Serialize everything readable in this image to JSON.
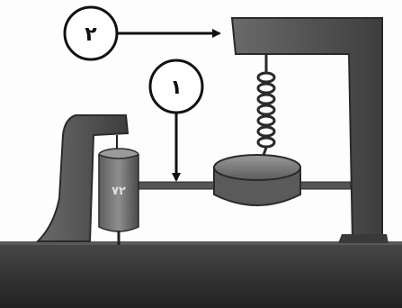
{
  "callouts": [
    {
      "label": "٢"
    },
    {
      "label": "١"
    }
  ],
  "weight_label": "٧٢",
  "colors": {
    "base": "#2e2e2e",
    "frame_dark": "#3a3a3a",
    "frame_mid": "#5a5a5a",
    "drum": "#4d4d4d",
    "bob": "#7a7a7a",
    "spring": "#2a2a2a",
    "arrow": "#111111"
  }
}
